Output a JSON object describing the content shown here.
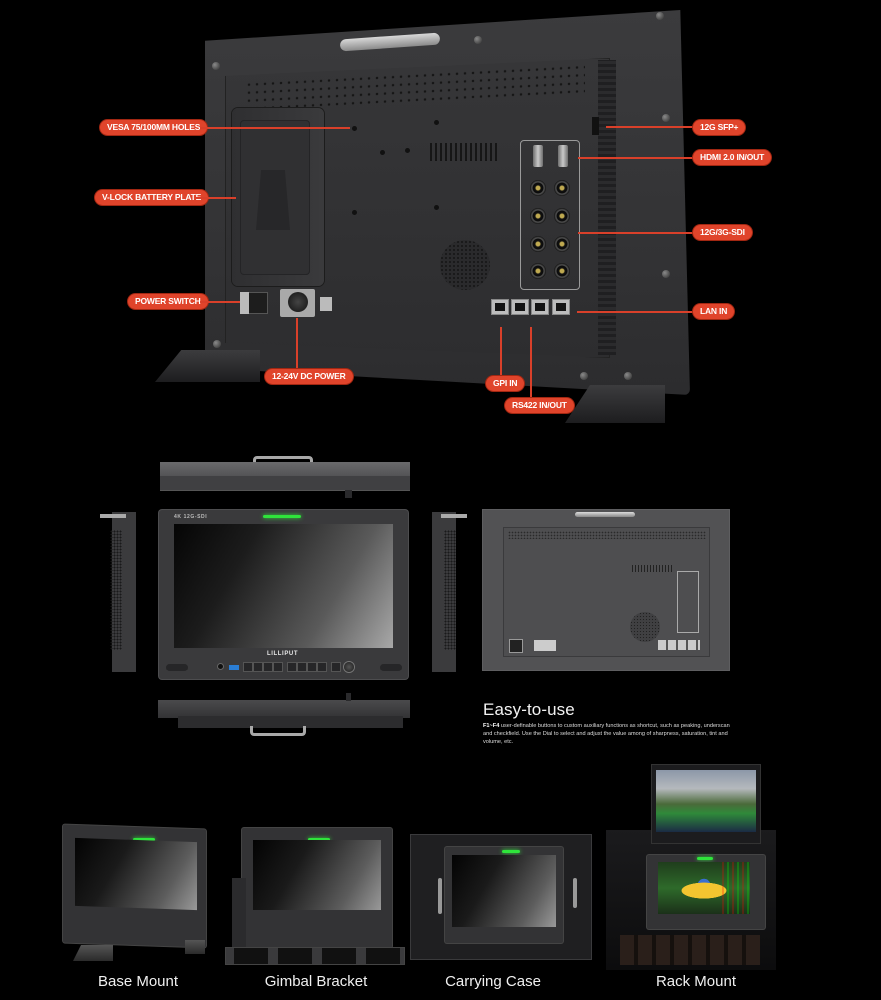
{
  "product": {
    "brand": "LILLIPUT",
    "badge": "4K 12G-SDI"
  },
  "rear_callouts": {
    "vesa": "VESA 75/100MM HOLES",
    "vlock": "V-LOCK BATTERY PLATE",
    "power_switch": "POWER SWITCH",
    "dc_power": "12-24V DC POWER",
    "sfp": "12G SFP+",
    "hdmi": "HDMI 2.0 IN/OUT",
    "sdi": "12G/3G-SDI",
    "lan": "LAN IN",
    "gpi": "GPI IN",
    "rs422": "RS422 IN/OUT"
  },
  "feature": {
    "title": "Easy-to-use",
    "body_lead": "F1~F4",
    "body_text": " user-definable buttons to custom auxiliary functions as shortcut, such as peaking, underscan and checkfield. Use the Dial to select and adjust the value among of sharpness, saturation, tint and volume, etc."
  },
  "mount_options": [
    {
      "label": "Base Mount"
    },
    {
      "label": "Gimbal Bracket"
    },
    {
      "label": "Carrying Case"
    },
    {
      "label": "Rack Mount"
    }
  ],
  "colors": {
    "callout": "#e0442b",
    "indicator": "#2fe43b",
    "background": "#000000"
  }
}
